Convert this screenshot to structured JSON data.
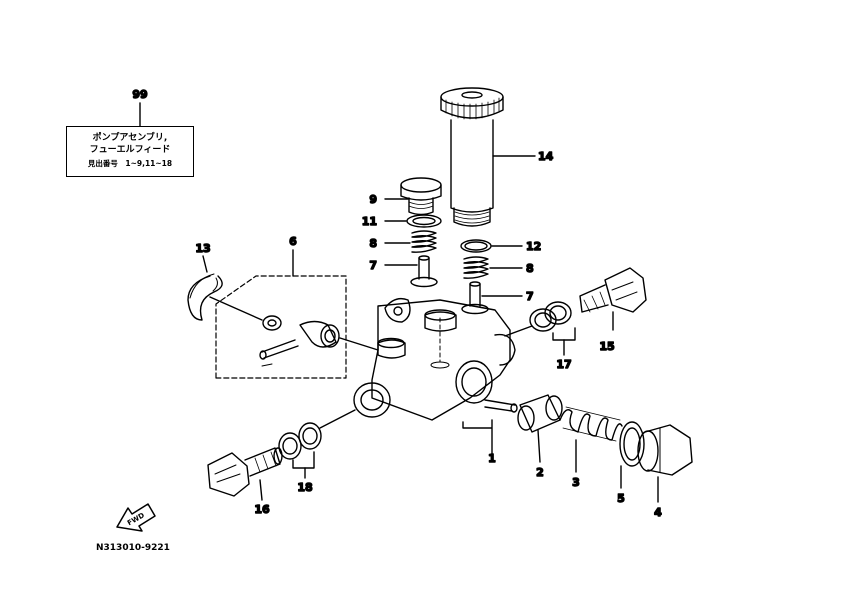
{
  "assembly": {
    "ref_no": "99",
    "title_line1": "ポンプアセンブリ,",
    "title_line2": "フューエルフィード",
    "index_line": "見出番号　1~9,11~18"
  },
  "callouts": {
    "p1": "1",
    "p2": "2",
    "p3": "3",
    "p4": "4",
    "p5": "5",
    "p6": "6",
    "p7a": "7",
    "p7b": "7",
    "p8a": "8",
    "p8b": "8",
    "p9": "9",
    "p11": "11",
    "p12": "12",
    "p13": "13",
    "p14": "14",
    "p15": "15",
    "p16": "16",
    "p17": "17",
    "p18": "18"
  },
  "fwd_label": "FWD",
  "drawing_ref": "N313010-9221"
}
